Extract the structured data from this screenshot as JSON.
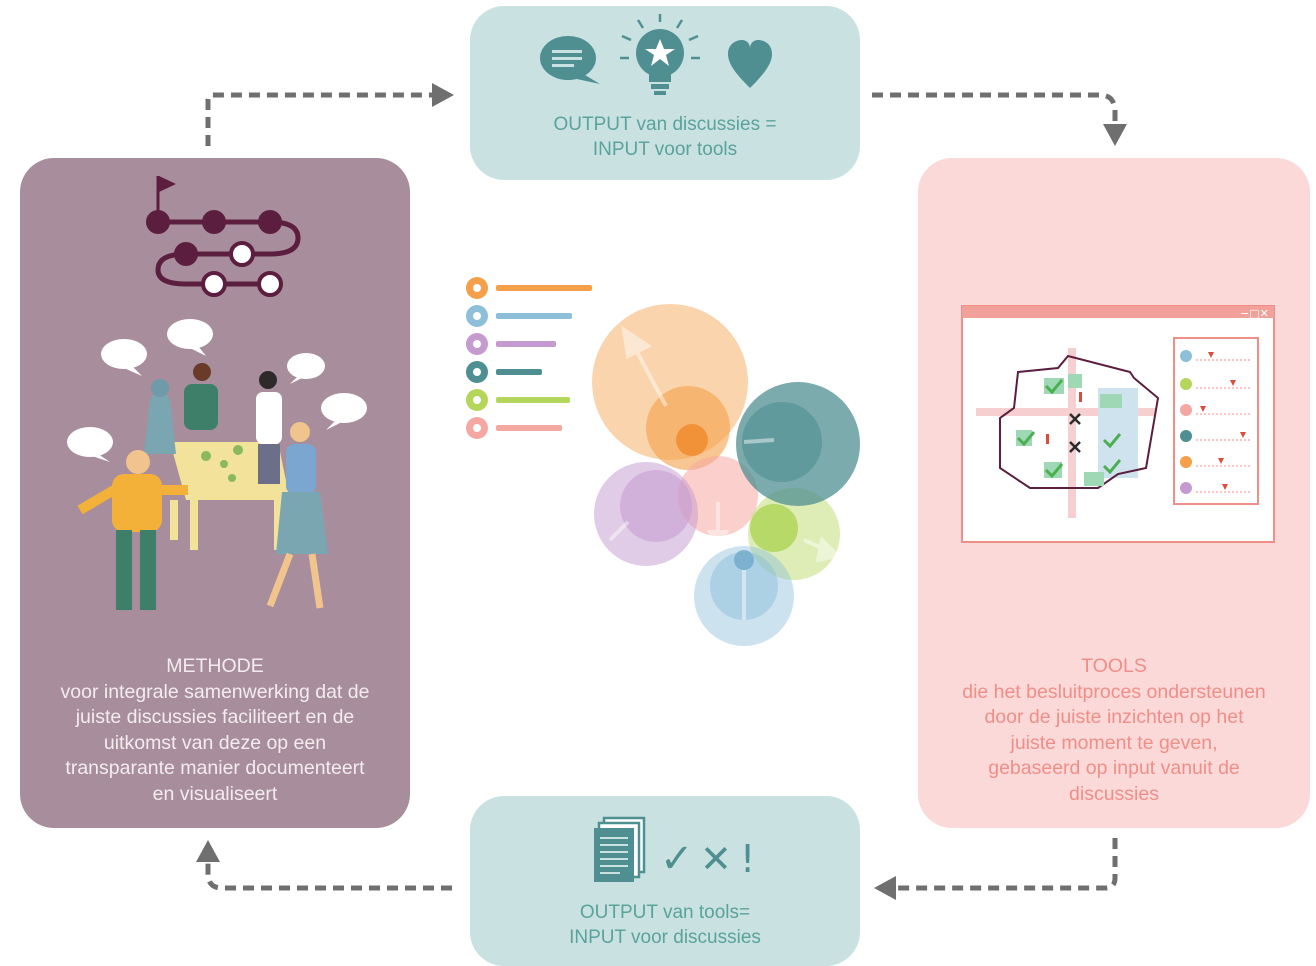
{
  "top_box": {
    "line1": "OUTPUT van discussies =",
    "line2": "INPUT voor tools",
    "icons": [
      "speech-bubble-icon",
      "lightbulb-star-icon",
      "heart-icon"
    ]
  },
  "bottom_box": {
    "line1": "OUTPUT van tools=",
    "line2": "INPUT voor discussies",
    "icons": [
      "documents-icon",
      "check-icon",
      "cross-icon",
      "exclamation-icon"
    ],
    "symbols": {
      "check": "✓",
      "cross": "✕",
      "exclamation": "!"
    }
  },
  "left_panel": {
    "title": "METHODE",
    "lines": [
      "voor integrale samenwerking dat de",
      "juiste discussies faciliteert en de",
      "uitkomst van deze op een",
      "transparante manier documenteert",
      "en visualiseert"
    ]
  },
  "right_panel": {
    "title": "TOOLS",
    "lines": [
      "die het besluitproces ondersteunen",
      "door de juiste inzichten op het",
      "juiste moment te geven,",
      "gebaseerd op input vanuit de",
      "discussies"
    ]
  },
  "colors": {
    "teal_box": "#c9e2e1",
    "teal_text": "#5aa29c",
    "plum_panel": "#a88d9c",
    "plum_dark": "#5b1e3e",
    "pink_panel": "#fad9d8",
    "pink_text": "#ef8f88",
    "arrow_gray": "#6f6f6f",
    "orange": "#f4a04a",
    "blue": "#8ebfd9",
    "purple": "#c49ad0",
    "dark_teal": "#4f8f92",
    "green": "#b4d65a",
    "salmon": "#f5a8a2"
  }
}
